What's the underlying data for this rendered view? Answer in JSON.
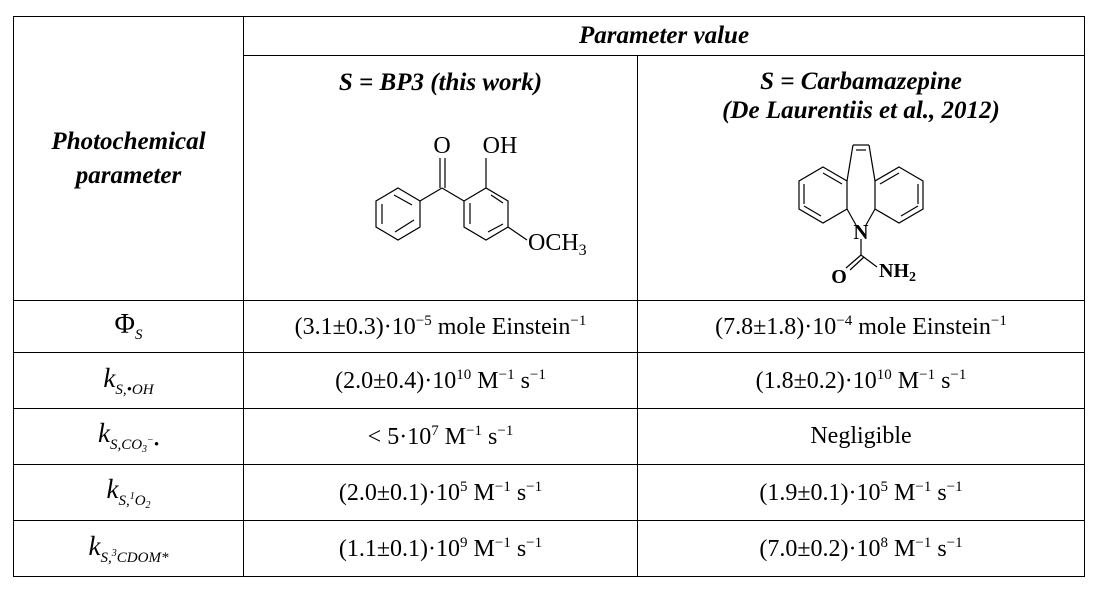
{
  "table": {
    "header": {
      "row_label_line1": "Photochemical",
      "row_label_line2": "parameter",
      "value_group": "Parameter value",
      "col1_title": "S = BP3 (this work)",
      "col2_title_line1": "S = Carbamazepine",
      "col2_title_line2": "(De Laurentiis et al., 2012)"
    },
    "structures": {
      "bp3": {
        "label_o": "O",
        "label_oh": "OH",
        "label_och3_main": "OCH",
        "label_och3_sub": "3"
      },
      "cbz": {
        "label_n": "N",
        "label_o": "O",
        "label_nh2_main": "NH",
        "label_nh2_sub": "2"
      }
    },
    "rows": [
      {
        "symbol": {
          "main": "Φ",
          "sub": "S"
        },
        "bp3": {
          "base": "(3.1±0.3)·10",
          "exp": "−5",
          "unit": " mole Einstein",
          "unit_exp": "−1"
        },
        "cbz": {
          "base": "(7.8±1.8)·10",
          "exp": "−4",
          "unit": " mole Einstein",
          "unit_exp": "−1"
        }
      },
      {
        "symbol": {
          "main": "k",
          "sub": "S,•OH"
        },
        "bp3": {
          "base": "(2.0±0.4)·10",
          "exp": "10",
          "unit": " M",
          "unit_exp": "−1",
          "unit2": " s",
          "unit2_exp": "−1"
        },
        "cbz": {
          "base": "(1.8±0.2)·10",
          "exp": "10",
          "unit": " M",
          "unit_exp": "−1",
          "unit2": " s",
          "unit2_exp": "−1"
        }
      },
      {
        "symbol": {
          "main": "k",
          "sub": "S,CO",
          "sub_sub": "3",
          "sub_sup": "−",
          "sub_tail": "•"
        },
        "bp3": {
          "base": "< 5·10",
          "exp": "7",
          "unit": " M",
          "unit_exp": "−1",
          "unit2": " s",
          "unit2_exp": "−1"
        },
        "cbz": {
          "text": "Negligible"
        }
      },
      {
        "symbol": {
          "main": "k",
          "sub_pre": "S,",
          "sub_sup": "1",
          "sub": "O",
          "sub_sub": "2"
        },
        "bp3": {
          "base": "(2.0±0.1)·10",
          "exp": "5",
          "unit": " M",
          "unit_exp": "−1",
          "unit2": " s",
          "unit2_exp": "−1"
        },
        "cbz": {
          "base": "(1.9±0.1)·10",
          "exp": "5",
          "unit": " M",
          "unit_exp": "−1",
          "unit2": " s",
          "unit2_exp": "−1"
        }
      },
      {
        "symbol": {
          "main": "k",
          "sub_pre": "S,",
          "sub_sup": "3",
          "sub": "CDOM*"
        },
        "bp3": {
          "base": "(1.1±0.1)·10",
          "exp": "9",
          "unit": " M",
          "unit_exp": "−1",
          "unit2": " s",
          "unit2_exp": "−1"
        },
        "cbz": {
          "base": "(7.0±0.2)·10",
          "exp": "8",
          "unit": " M",
          "unit_exp": "−1",
          "unit2": " s",
          "unit2_exp": "−1"
        }
      }
    ]
  }
}
